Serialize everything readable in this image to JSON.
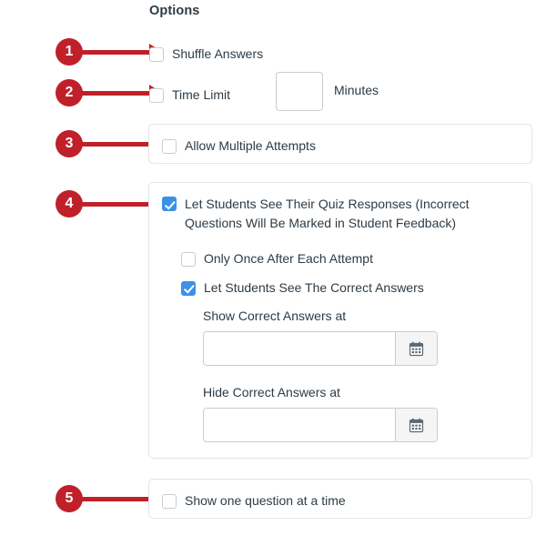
{
  "heading": "Options",
  "callouts": [
    {
      "number": "1",
      "target": "shuffle-answers"
    },
    {
      "number": "2",
      "target": "time-limit"
    },
    {
      "number": "3",
      "target": "allow-multiple-attempts"
    },
    {
      "number": "4",
      "target": "let-students-see-quiz-responses"
    },
    {
      "number": "5",
      "target": "show-one-question-at-a-time"
    }
  ],
  "accent_color": "#c0202a",
  "checkbox_checked_color": "#3b91e8",
  "text_color": "#2d3b45",
  "options": {
    "shuffle_answers": {
      "label": "Shuffle Answers",
      "checked": false
    },
    "time_limit": {
      "label": "Time Limit",
      "checked": false,
      "minutes_value": "",
      "minutes_placeholder": "",
      "minutes_unit_label": "Minutes"
    },
    "allow_multiple_attempts": {
      "label": "Allow Multiple Attempts",
      "checked": false
    },
    "quiz_responses": {
      "label": "Let Students See Their Quiz Responses (Incorrect Questions Will Be Marked in Student Feedback)",
      "checked": true,
      "sub_options": {
        "only_once": {
          "label": "Only Once After Each Attempt",
          "checked": false
        },
        "correct_answers": {
          "label": "Let Students See The Correct Answers",
          "checked": true
        }
      },
      "date_fields": [
        {
          "label": "Show Correct Answers at",
          "value": "",
          "placeholder": "",
          "icon": "calendar-icon"
        },
        {
          "label": "Hide Correct Answers at",
          "value": "",
          "placeholder": "",
          "icon": "calendar-icon"
        }
      ]
    },
    "show_one_question": {
      "label": "Show one question at a time",
      "checked": false
    }
  }
}
